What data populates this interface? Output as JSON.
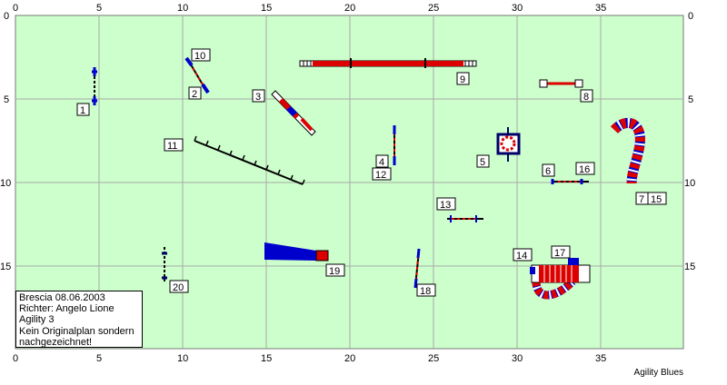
{
  "axes": {
    "x_ticks": [
      "0",
      "5",
      "10",
      "15",
      "20",
      "25",
      "30",
      "35"
    ],
    "y_ticks": [
      "0",
      "5",
      "10",
      "15"
    ]
  },
  "labels": {
    "l1": "1",
    "l2": "2",
    "l3": "3",
    "l4": "4",
    "l5": "5",
    "l6": "6",
    "l7": "7",
    "l8": "8",
    "l9": "9",
    "l10": "10",
    "l11": "11",
    "l12": "12",
    "l13": "13",
    "l14": "14",
    "l15": "15",
    "l16": "16",
    "l17": "17",
    "l18": "18",
    "l19": "19",
    "l20": "20"
  },
  "info": {
    "line1": "Brescia 08.06.2003",
    "line2": "Richter: Angelo Lione",
    "line3": "Agility 3",
    "line4": "Kein Originalplan sondern",
    "line5": "nachgezeichnet!"
  },
  "footer": "Agility Blues",
  "colors": {
    "field": "#ccffcc",
    "grid": "#aaaaaa",
    "red": "#dd0000",
    "blue": "#0000cc",
    "navy": "#000066"
  }
}
